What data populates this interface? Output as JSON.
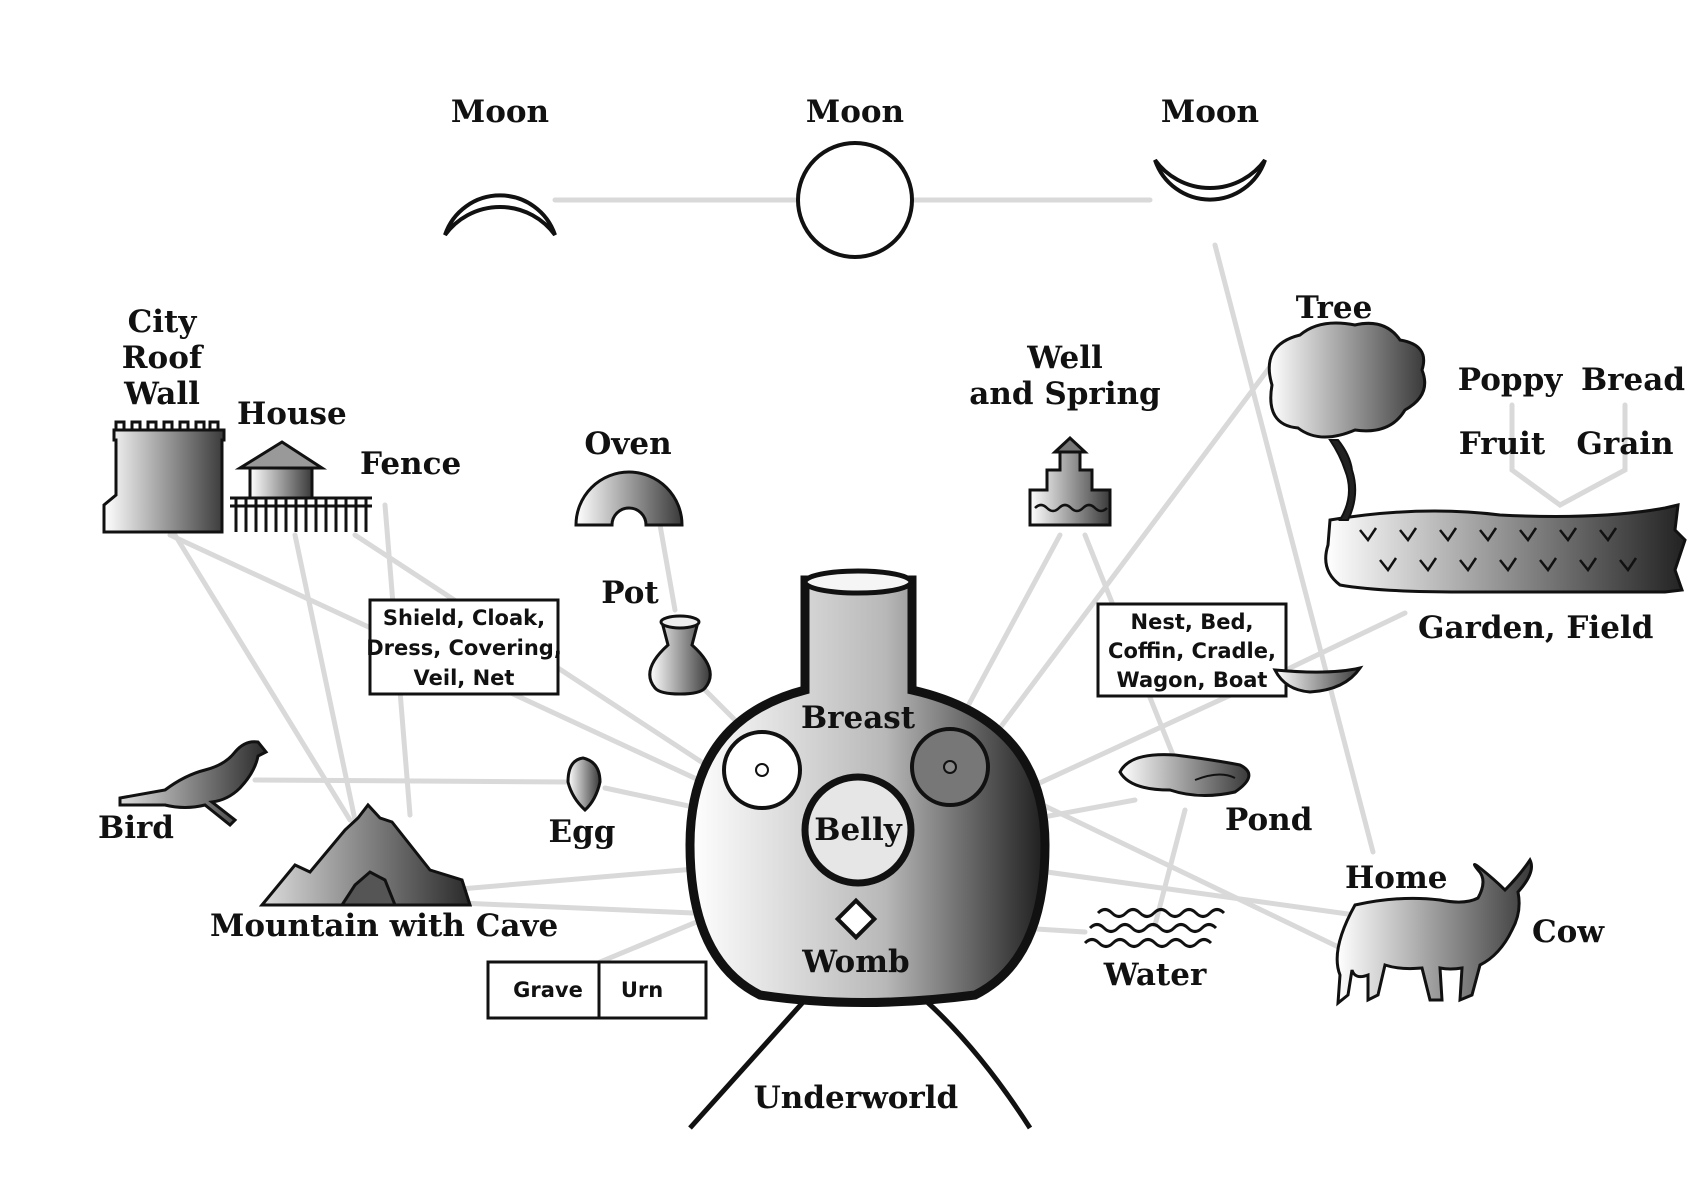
{
  "moons": {
    "left": "Moon",
    "center": "Moon",
    "right": "Moon"
  },
  "vessel": {
    "breast": "Breast",
    "belly": "Belly",
    "womb": "Womb",
    "underworld": "Underworld"
  },
  "labels": {
    "city_lines": [
      "City",
      "Roof",
      "Wall"
    ],
    "house": "House",
    "fence": "Fence",
    "oven": "Oven",
    "pot": "Pot",
    "well_lines": [
      "Well",
      "and Spring"
    ],
    "tree": "Tree",
    "poppy": "Poppy",
    "bread": "Bread",
    "fruit": "Fruit",
    "grain": "Grain",
    "garden_field": "Garden, Field",
    "bird": "Bird",
    "egg": "Egg",
    "mountain": "Mountain with Cave",
    "pond": "Pond",
    "home": "Home",
    "cow": "Cow",
    "water": "Water"
  },
  "boxes": {
    "shield_lines": [
      "Shield, Cloak,",
      "Dress, Covering,",
      "Veil, Net"
    ],
    "nest_lines": [
      "Nest, Bed,",
      "Coffin, Cradle,",
      "Wagon, Boat"
    ],
    "grave": "Grave",
    "urn": "Urn"
  },
  "colors": {
    "ink": "#111111",
    "connector": "#d9d9d9",
    "background": "#ffffff"
  },
  "icons": [
    "crescent-moon-icon",
    "full-moon-icon",
    "tower-icon",
    "house-icon",
    "fence-icon",
    "oven-icon",
    "pot-icon",
    "well-icon",
    "tree-icon",
    "field-icon",
    "bird-icon",
    "egg-icon",
    "mountain-icon",
    "boat-icon",
    "pond-icon",
    "water-icon",
    "cow-icon"
  ]
}
